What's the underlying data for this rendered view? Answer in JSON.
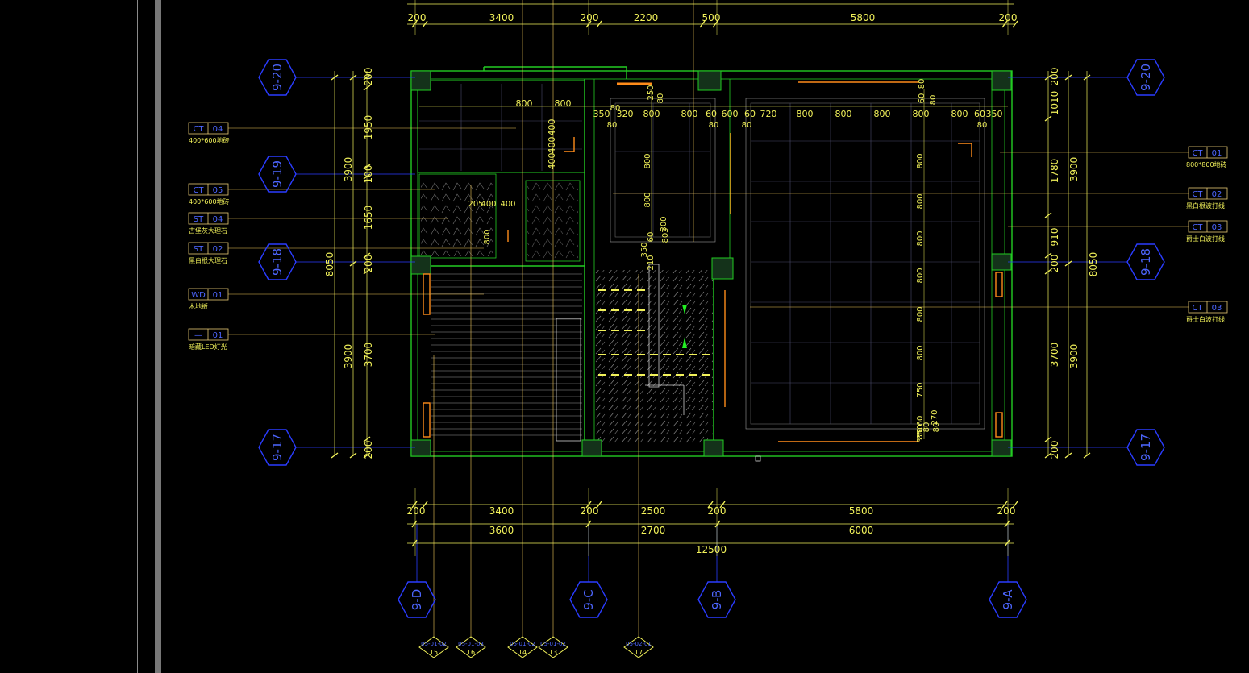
{
  "colors": {
    "background": "#000000",
    "dimension": "#f2f25a",
    "grid_axis": "#2a3cff",
    "wall": "#22cc22",
    "column": "#1f4d24",
    "leader": "#f2c85a",
    "accent": "#ff8c1a",
    "hatch": "#8a8a8a",
    "tag_box": "#e6c873",
    "tag_text": "#4d66ff",
    "text": "#f2f25a",
    "sidebar": "#888888"
  },
  "top_dimensions": {
    "segments": [
      "200",
      "3400",
      "200",
      "2200",
      "500",
      "5800",
      "200"
    ]
  },
  "bottom_dimensions": {
    "row1": [
      "200",
      "3400",
      "200",
      "2500",
      "200",
      "5800",
      "200"
    ],
    "row2": [
      "3600",
      "2700",
      "6000"
    ],
    "total": "12500"
  },
  "left_dimensions": {
    "inner": [
      "200",
      "1950",
      "100",
      "1650",
      "200",
      "3700",
      "200"
    ],
    "middle": [
      "3900",
      "3900"
    ],
    "total": "8050"
  },
  "right_dimensions": {
    "inner": [
      "200",
      "1010",
      "1780",
      "910",
      "200",
      "3700",
      "200"
    ],
    "middle": [
      "3900",
      "3900"
    ],
    "total": "8050"
  },
  "axes": {
    "left": [
      "9-20",
      "9-19",
      "9-18",
      "9-17"
    ],
    "right": [
      "9-20",
      "9-18",
      "9-17"
    ],
    "bottom": [
      "9-D",
      "9-C",
      "9-B",
      "9-A"
    ]
  },
  "material_tags_left": [
    {
      "code": "CT",
      "num": "04",
      "desc": "400*600地砖"
    },
    {
      "code": "CT",
      "num": "05",
      "desc": "400*600地砖"
    },
    {
      "code": "ST",
      "num": "04",
      "desc": "古堡灰大理石"
    },
    {
      "code": "ST",
      "num": "02",
      "desc": "黑白根大理石"
    },
    {
      "code": "WD",
      "num": "01",
      "desc": "木地板"
    },
    {
      "code": "—",
      "num": "01",
      "desc": "暗藏LED灯光"
    }
  ],
  "material_tags_right": [
    {
      "code": "CT",
      "num": "01",
      "desc": "800*800地砖"
    },
    {
      "code": "CT",
      "num": "02",
      "desc": "黑白根波打线"
    },
    {
      "code": "CT",
      "num": "03",
      "desc": "爵士白波打线"
    },
    {
      "code": "CT",
      "num": "03",
      "desc": "爵士白波打线"
    }
  ],
  "interior_dims": {
    "tile_row": [
      "350",
      "320",
      "800",
      "800",
      "60",
      "600",
      "60",
      "720",
      "800",
      "800",
      "800",
      "800",
      "800",
      "60",
      "350"
    ],
    "small_80s": [
      "80",
      "80",
      "80",
      "80",
      "80",
      "80"
    ],
    "tile_col": [
      "800",
      "800",
      "800",
      "800",
      "800",
      "800",
      "750",
      "350",
      "60"
    ],
    "tile_col_left": [
      "800",
      "800"
    ],
    "upper_left": [
      "800",
      "800",
      "400",
      "400",
      "400"
    ],
    "bath": [
      "205",
      "400",
      "400",
      "800"
    ],
    "stair": [
      "350",
      "60",
      "803",
      "300",
      "210"
    ],
    "misc": [
      "250",
      "80",
      "80",
      "60",
      "350",
      "270",
      "80",
      "80"
    ]
  },
  "detail_markers": [
    {
      "ref": "05-01-02",
      "num": "15"
    },
    {
      "ref": "05-01-03",
      "num": "16"
    },
    {
      "ref": "05-01-02",
      "num": "14"
    },
    {
      "ref": "05-01-02",
      "num": "13"
    },
    {
      "ref": "05-02-01",
      "num": "17"
    }
  ]
}
